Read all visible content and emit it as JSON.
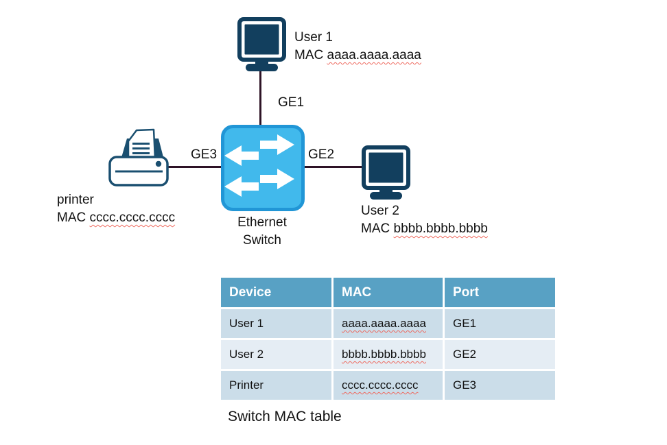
{
  "diagram": {
    "mac_label": "MAC",
    "user1": {
      "name": "User 1",
      "mac": "aaaa.aaaa.aaaa"
    },
    "user2": {
      "name": "User 2",
      "mac": "bbbb.bbbb.bbbb"
    },
    "printer": {
      "name": "printer",
      "mac": "cccc.cccc.cccc"
    },
    "switch": {
      "line1": "Ethernet",
      "line2": "Switch"
    },
    "ports": {
      "ge1": "GE1",
      "ge2": "GE2",
      "ge3": "GE3"
    }
  },
  "table": {
    "headers": [
      "Device",
      "MAC",
      "Port"
    ],
    "rows": [
      [
        "User 1",
        "aaaa.aaaa.aaaa",
        "GE1"
      ],
      [
        "User 2",
        "bbbb.bbbb.bbbb",
        "GE2"
      ],
      [
        "Printer",
        "cccc.cccc.cccc",
        "GE3"
      ]
    ],
    "caption": "Switch MAC table"
  },
  "colors": {
    "device_navy": "#123f5e",
    "switch_fill": "#41b9ec",
    "switch_border": "#2196d6",
    "link_line": "#2e1326",
    "table_header_bg": "#58a1c4",
    "table_row_odd_bg": "#cbdde9",
    "table_row_even_bg": "#e5edf4",
    "spellcheck_underline": "#ee6a5f"
  }
}
